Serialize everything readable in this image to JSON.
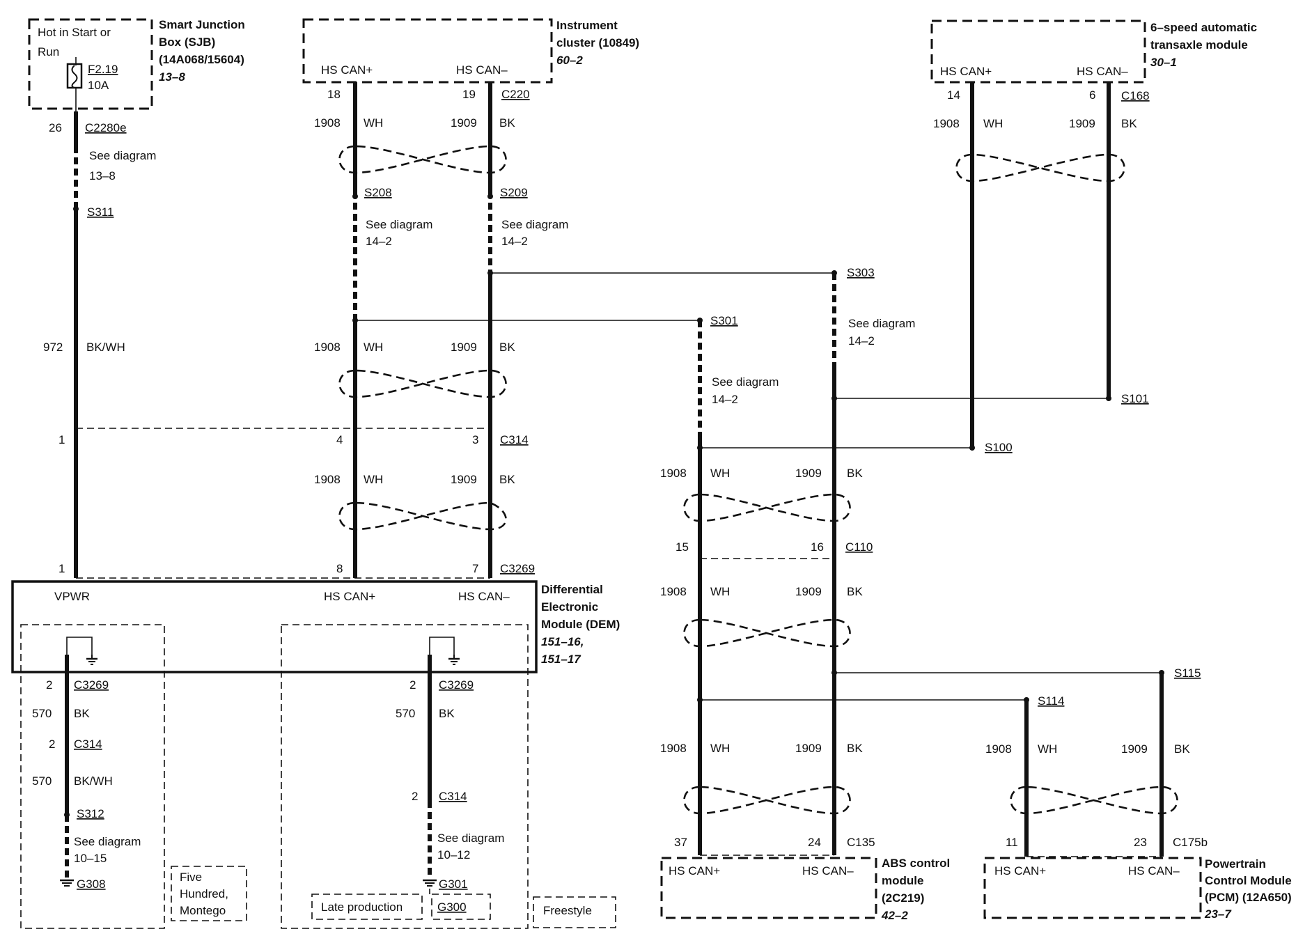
{
  "sjb": {
    "hot_label_1": "Hot in Start or",
    "hot_label_2": "Run",
    "fuse": "F2.19",
    "fuse_rating": "10A",
    "name_1": "Smart Junction",
    "name_2": "Box (SJB)",
    "name_3": "(14A068/15604)",
    "ref": "13–8"
  },
  "ic": {
    "name_1": "Instrument",
    "name_2": "cluster (10849)",
    "ref": "60–2",
    "can_plus": "HS CAN+",
    "can_minus": "HS CAN–"
  },
  "tcm": {
    "name_1": "6–speed automatic",
    "name_2": "transaxle module",
    "ref": "30–1",
    "can_plus": "HS CAN+",
    "can_minus": "HS CAN–"
  },
  "dem": {
    "name_1": "Differential",
    "name_2": "Electronic",
    "name_3": "Module (DEM)",
    "ref_1": "151–16,",
    "ref_2": "151–17",
    "vpwr": "VPWR",
    "can_plus": "HS CAN+",
    "can_minus": "HS CAN–"
  },
  "abs": {
    "name_1": "ABS control",
    "name_2": "module",
    "name_3": "(2C219)",
    "ref": "42–2",
    "can_plus": "HS CAN+",
    "can_minus": "HS CAN–"
  },
  "pcm": {
    "name_1": "Powertrain",
    "name_2": "Control Module",
    "name_3": "(PCM) (12A650)",
    "ref": "23–7",
    "can_plus": "HS CAN+",
    "can_minus": "HS CAN–"
  },
  "variants": {
    "five_hundred_1": "Five",
    "five_hundred_2": "Hundred,",
    "five_hundred_3": "Montego",
    "late_production": "Late production",
    "freestyle": "Freestyle"
  },
  "common": {
    "see_diagram": "See diagram",
    "wh": "WH",
    "bk": "BK",
    "bkwh": "BK/WH",
    "c1908": "1908",
    "c1909": "1909",
    "c972": "972",
    "c570": "570"
  },
  "refs": {
    "r13_8": "13–8",
    "r14_2": "14–2",
    "r10_15": "10–15",
    "r10_12": "10–12"
  },
  "connectors": {
    "c2280e": "C2280e",
    "c220": "C220",
    "c168": "C168",
    "c314": "C314",
    "c3269": "C3269",
    "c110": "C110",
    "c135": "C135",
    "c175b": "C175b"
  },
  "splices": {
    "s311": "S311",
    "s208": "S208",
    "s209": "S209",
    "s303": "S303",
    "s301": "S301",
    "s101": "S101",
    "s100": "S100",
    "s115": "S115",
    "s114": "S114",
    "s312": "S312"
  },
  "grounds": {
    "g308": "G308",
    "g301": "G301",
    "g300": "G300"
  },
  "pins": {
    "p26": "26",
    "p18": "18",
    "p19": "19",
    "p14": "14",
    "p6": "6",
    "p1": "1",
    "p4": "4",
    "p3": "3",
    "p8": "8",
    "p7": "7",
    "p15": "15",
    "p16": "16",
    "p2": "2",
    "p37": "37",
    "p24": "24",
    "p11": "11",
    "p23": "23"
  }
}
